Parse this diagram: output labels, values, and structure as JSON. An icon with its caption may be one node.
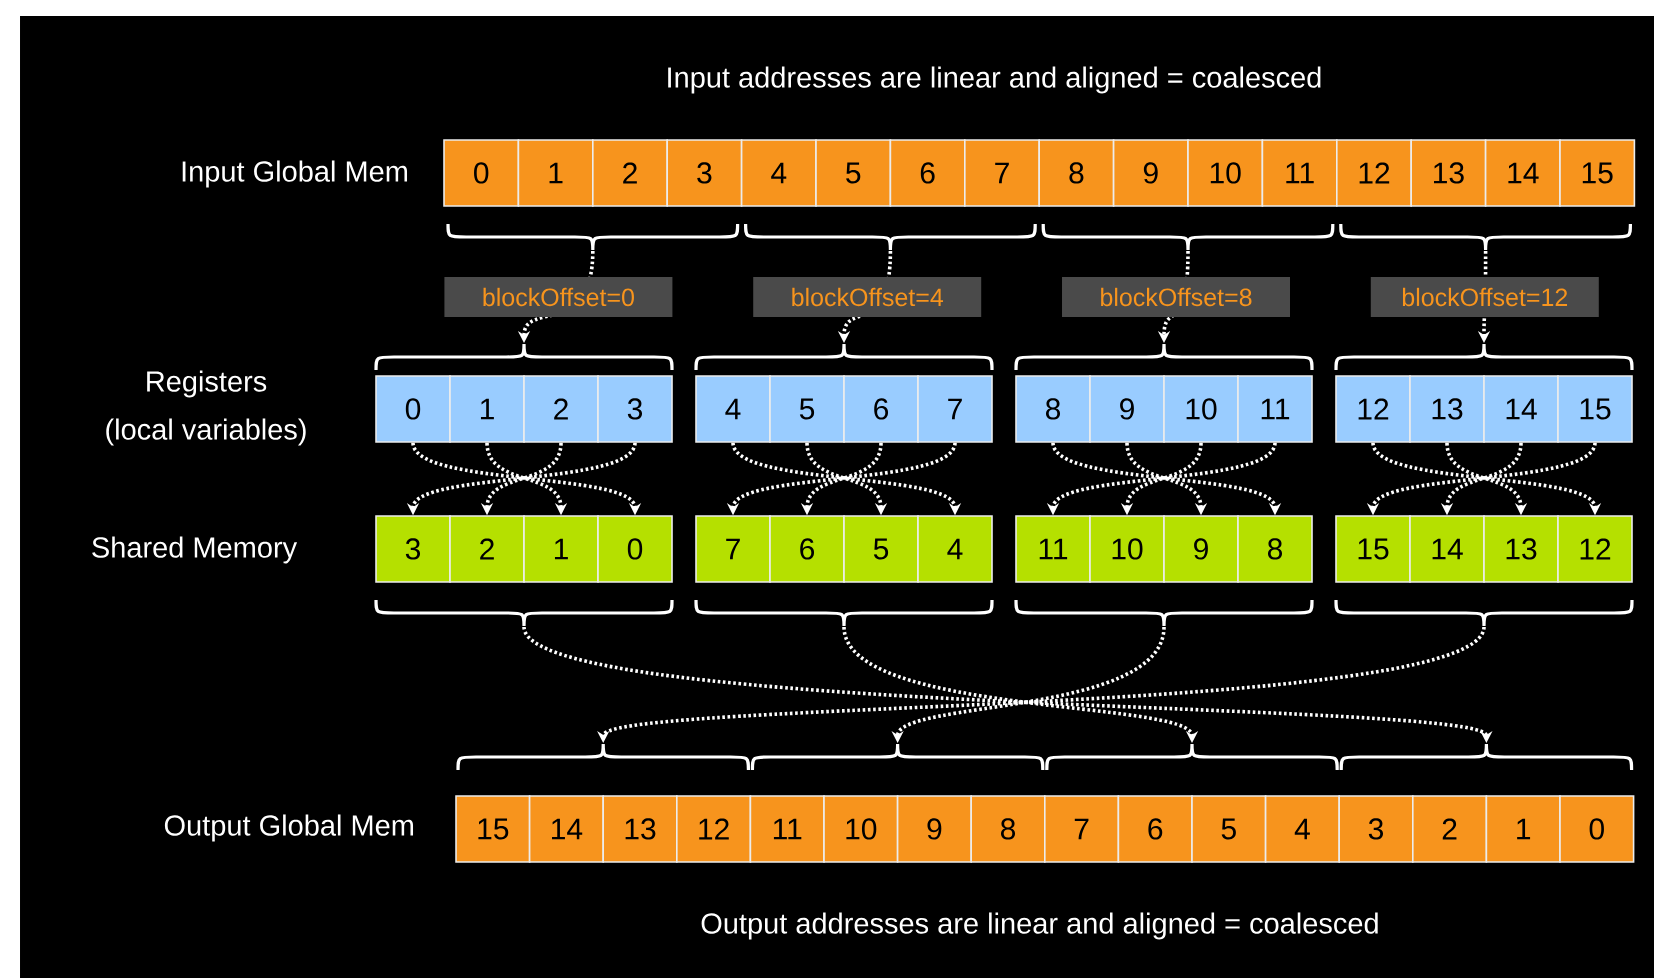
{
  "diagram": {
    "title": "Input addresses are linear and aligned = coalesced",
    "caption": "Output addresses are linear and aligned = coalesced",
    "nodes": [
      {
        "text": [
          "0"
        ]
      },
      {
        "text": [
          "1"
        ]
      },
      {
        "text": [
          "2"
        ]
      },
      {
        "text": [
          "3"
        ]
      },
      {
        "text": [
          "4"
        ]
      },
      {
        "text": [
          "5"
        ]
      },
      {
        "text": [
          "6"
        ]
      },
      {
        "text": [
          "7"
        ]
      },
      {
        "text": [
          "8"
        ]
      },
      {
        "text": [
          "9"
        ]
      },
      {
        "text": [
          "10"
        ]
      },
      {
        "text": [
          "11"
        ]
      },
      {
        "text": [
          "12"
        ]
      },
      {
        "text": [
          "13"
        ]
      },
      {
        "text": [
          "14"
        ]
      },
      {
        "text": [
          "15"
        ]
      },
      {
        "text": [],
        "shape": "brace"
      },
      {
        "text": [],
        "shape": "brace"
      },
      {
        "text": [],
        "shape": "brace"
      },
      {
        "text": [],
        "shape": "brace"
      },
      {
        "text": [],
        "shape": "brace"
      },
      {
        "text": [],
        "shape": "brace"
      },
      {
        "text": [],
        "shape": "brace"
      },
      {
        "text": [],
        "shape": "brace"
      },
      {
        "text": [
          "0"
        ]
      },
      {
        "text": [
          "1"
        ]
      },
      {
        "text": [
          "2"
        ]
      },
      {
        "text": [
          "3"
        ]
      },
      {
        "text": [
          "4"
        ]
      },
      {
        "text": [
          "5"
        ]
      },
      {
        "text": [
          "6"
        ]
      },
      {
        "text": [
          "7"
        ]
      },
      {
        "text": [
          "8"
        ]
      },
      {
        "text": [
          "9"
        ]
      },
      {
        "text": [
          "10"
        ]
      },
      {
        "text": [
          "11"
        ]
      },
      {
        "text": [
          "12"
        ]
      },
      {
        "text": [
          "13"
        ]
      },
      {
        "text": [
          "14"
        ]
      },
      {
        "text": [
          "15"
        ]
      },
      {
        "text": [
          "3"
        ]
      },
      {
        "text": [
          "2"
        ]
      },
      {
        "text": [
          "1"
        ]
      },
      {
        "text": [
          "0"
        ]
      },
      {
        "text": [
          "7"
        ]
      },
      {
        "text": [
          "6"
        ]
      },
      {
        "text": [
          "5"
        ]
      },
      {
        "text": [
          "4"
        ]
      },
      {
        "text": [
          "11"
        ]
      },
      {
        "text": [
          "10"
        ]
      },
      {
        "text": [
          "9"
        ]
      },
      {
        "text": [
          "8"
        ]
      },
      {
        "text": [
          "15"
        ]
      },
      {
        "text": [
          "14"
        ]
      },
      {
        "text": [
          "13"
        ]
      },
      {
        "text": [
          "12"
        ]
      },
      {
        "text": [],
        "shape": "brace"
      },
      {
        "text": [],
        "shape": "brace"
      },
      {
        "text": [],
        "shape": "brace"
      },
      {
        "text": [],
        "shape": "brace"
      },
      {
        "text": [],
        "shape": "brace"
      },
      {
        "text": [],
        "shape": "brace"
      },
      {
        "text": [],
        "shape": "brace"
      },
      {
        "text": [],
        "shape": "brace"
      },
      {
        "text": [
          "15"
        ]
      },
      {
        "text": [
          "14"
        ]
      },
      {
        "text": [
          "13"
        ]
      },
      {
        "text": [
          "12"
        ]
      },
      {
        "text": [
          "11"
        ]
      },
      {
        "text": [
          "10"
        ]
      },
      {
        "text": [
          "9"
        ]
      },
      {
        "text": [
          "8"
        ]
      },
      {
        "text": [
          "7"
        ]
      },
      {
        "text": [
          "6"
        ]
      },
      {
        "text": [
          "5"
        ]
      },
      {
        "text": [
          "4"
        ]
      },
      {
        "text": [
          "3"
        ]
      },
      {
        "text": [
          "2"
        ]
      },
      {
        "text": [
          "1"
        ]
      },
      {
        "text": [
          "0"
        ]
      }
    ],
    "edges": [
      {
        "from": 16,
        "to": 20,
        "arrow": "to",
        "label": "blockOffset=0"
      },
      {
        "from": 17,
        "to": 21,
        "arrow": "to",
        "label": "blockOffset=4"
      },
      {
        "from": 18,
        "to": 22,
        "arrow": "to",
        "label": "blockOffset=8"
      },
      {
        "from": 19,
        "to": 23,
        "arrow": "to",
        "label": "blockOffset=12"
      },
      {
        "from": 24,
        "to": 43,
        "arrow": "to"
      },
      {
        "from": 25,
        "to": 42,
        "arrow": "to"
      },
      {
        "from": 26,
        "to": 41,
        "arrow": "to"
      },
      {
        "from": 27,
        "to": 40,
        "arrow": "to"
      },
      {
        "from": 28,
        "to": 47,
        "arrow": "to"
      },
      {
        "from": 29,
        "to": 46,
        "arrow": "to"
      },
      {
        "from": 30,
        "to": 45,
        "arrow": "to"
      },
      {
        "from": 31,
        "to": 44,
        "arrow": "to"
      },
      {
        "from": 32,
        "to": 51,
        "arrow": "to"
      },
      {
        "from": 33,
        "to": 50,
        "arrow": "to"
      },
      {
        "from": 34,
        "to": 49,
        "arrow": "to"
      },
      {
        "from": 35,
        "to": 48,
        "arrow": "to"
      },
      {
        "from": 36,
        "to": 55,
        "arrow": "to"
      },
      {
        "from": 37,
        "to": 54,
        "arrow": "to"
      },
      {
        "from": 38,
        "to": 53,
        "arrow": "to"
      },
      {
        "from": 39,
        "to": 52,
        "arrow": "to"
      },
      {
        "from": 56,
        "to": 63,
        "arrow": "to"
      },
      {
        "from": 57,
        "to": 62,
        "arrow": "to"
      },
      {
        "from": 58,
        "to": 61,
        "arrow": "to"
      },
      {
        "from": 59,
        "to": 60,
        "arrow": "to"
      }
    ],
    "labels": [
      "Input Global Mem",
      "Registers",
      "(local variables)",
      "Shared Memory",
      "Output Global Mem"
    ]
  }
}
